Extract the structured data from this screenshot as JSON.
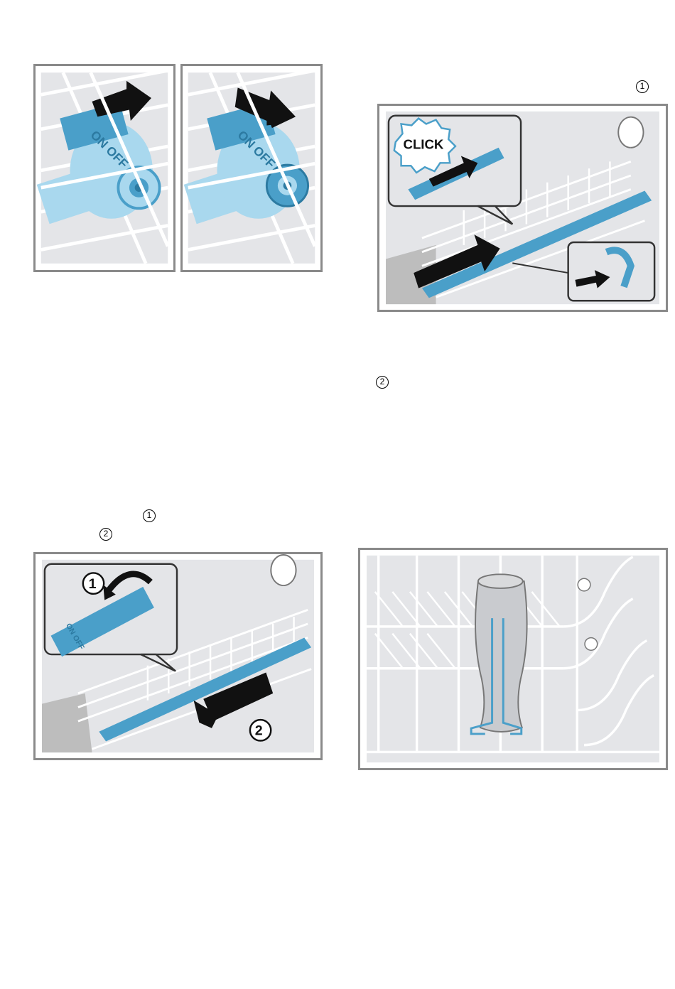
{
  "figures": {
    "switch_on": {
      "label": "ON OFF"
    },
    "switch_off": {
      "label": "ON OFF"
    },
    "attach": {
      "click_text": "CLICK"
    },
    "remove": {
      "callout_1": "1",
      "callout_2": "2",
      "inset_label": "ON OFF"
    },
    "glass": {}
  },
  "markers": {
    "top_right_1": "1",
    "mid_right_2": "2",
    "left_1": "1",
    "left_2": "2"
  },
  "colors": {
    "accent_blue": "#4a9fc9",
    "light_blue": "#a9d8ee",
    "frame_gray": "#8a8a8a",
    "panel_gray": "#e4e5e8"
  }
}
